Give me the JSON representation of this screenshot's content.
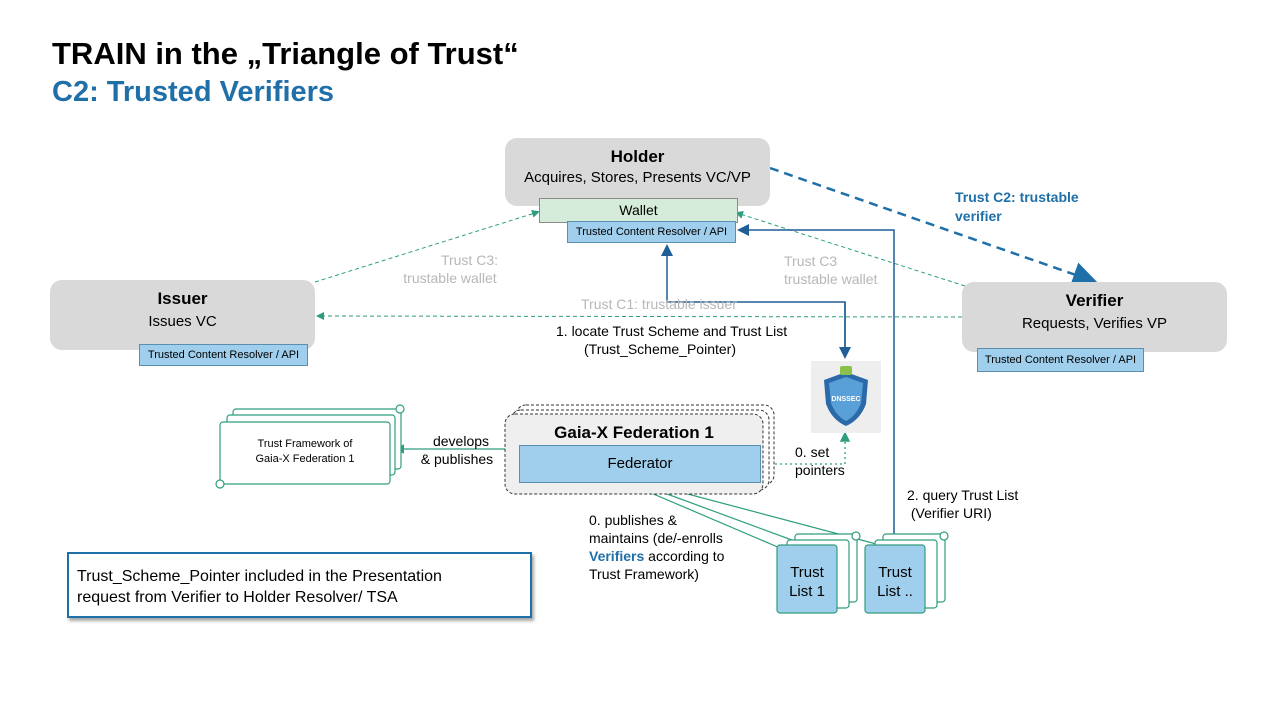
{
  "title": "TRAIN in the „Triangle of Trust“",
  "subtitle": "C2: Trusted Verifiers",
  "holder": {
    "title": "Holder",
    "subtitle": "Acquires, Stores, Presents VC/VP",
    "wallet": "Wallet",
    "resolver": "Trusted Content Resolver / API"
  },
  "issuer": {
    "title": "Issuer",
    "subtitle": "Issues VC",
    "resolver": "Trusted Content Resolver / API"
  },
  "verifier": {
    "title": "Verifier",
    "subtitle": "Requests, Verifies VP",
    "resolver": "Trusted Content Resolver / API"
  },
  "labels": {
    "trust_c2": [
      "Trust C2: trustable",
      "verifier"
    ],
    "trust_c3_left": [
      "Trust C3:",
      "trustable wallet"
    ],
    "trust_c3_right": [
      "Trust C3",
      "trustable wallet"
    ],
    "trust_c1": "Trust C1: trustable issuer",
    "locate": [
      "1.    locate Trust Scheme and Trust List",
      "(Trust_Scheme_Pointer)"
    ],
    "develops": [
      "develops",
      "& publishes"
    ],
    "set_pointers": [
      "0. set",
      "pointers"
    ],
    "query": [
      "2. query Trust List",
      " (Verifier URI)"
    ],
    "publishes_line1": "0. publishes &",
    "publishes_line2": "maintains (de/-enrolls",
    "publishes_verifiers": "Verifiers",
    "publishes_line3_rest": " according to",
    "publishes_line4": "Trust Framework)"
  },
  "framework": [
    "Trust Framework of",
    "Gaia-X Federation 1"
  ],
  "federation": {
    "title": "Gaia-X Federation 1",
    "federator": "Federator"
  },
  "dnssec": "DNSSEC",
  "trust_list_1": [
    "Trust",
    "List 1"
  ],
  "trust_list_n": [
    "Trust",
    "List .."
  ],
  "note": [
    "Trust_Scheme_Pointer included in the Presentation",
    "request from Verifier to Holder Resolver/ TSA"
  ],
  "colors": {
    "title_blue": "#1f6fa8",
    "green": "#2e9e7e",
    "blue_arrow": "#1f6fa8",
    "box_grey": "#d9d9d9",
    "box_blue": "#9fcfec"
  }
}
